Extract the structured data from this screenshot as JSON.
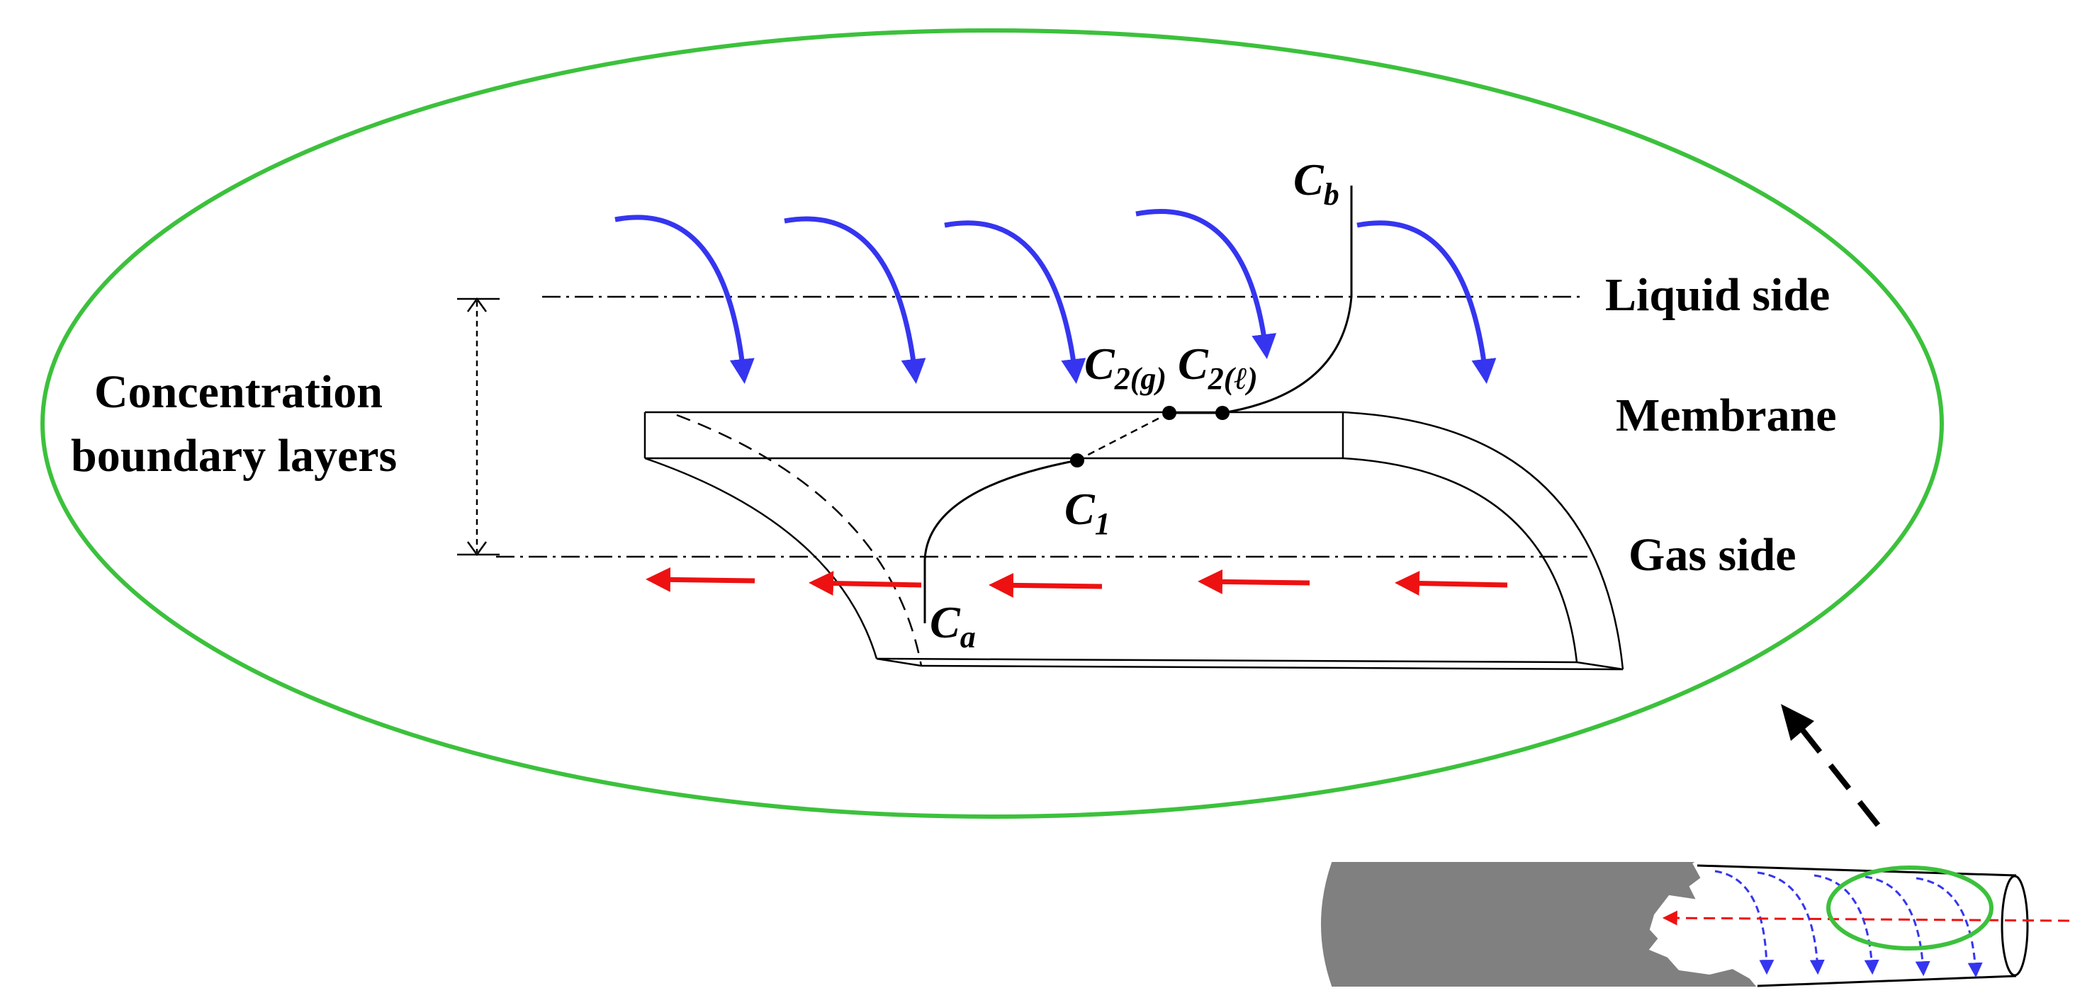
{
  "labels": {
    "liquid_side": "Liquid side",
    "membrane": "Membrane",
    "gas_side": "Gas side",
    "boundary_line1": "Concentration",
    "boundary_line2": "boundary layers"
  },
  "symbols": {
    "cb": {
      "main": "C",
      "sub": "b"
    },
    "c2g": {
      "main": "C",
      "sub": "2(g)"
    },
    "c2l": {
      "main": "C",
      "sub": "2(ℓ)"
    },
    "c1": {
      "main": "C",
      "sub": "1"
    },
    "ca": {
      "main": "C",
      "sub": "a"
    }
  },
  "colors": {
    "ellipse": "#3cc13c",
    "liquid_arrows": "#3535f0",
    "gas_arrows": "#ee1111",
    "fiber_cut": "#808080",
    "leader_arrow": "#000000"
  }
}
